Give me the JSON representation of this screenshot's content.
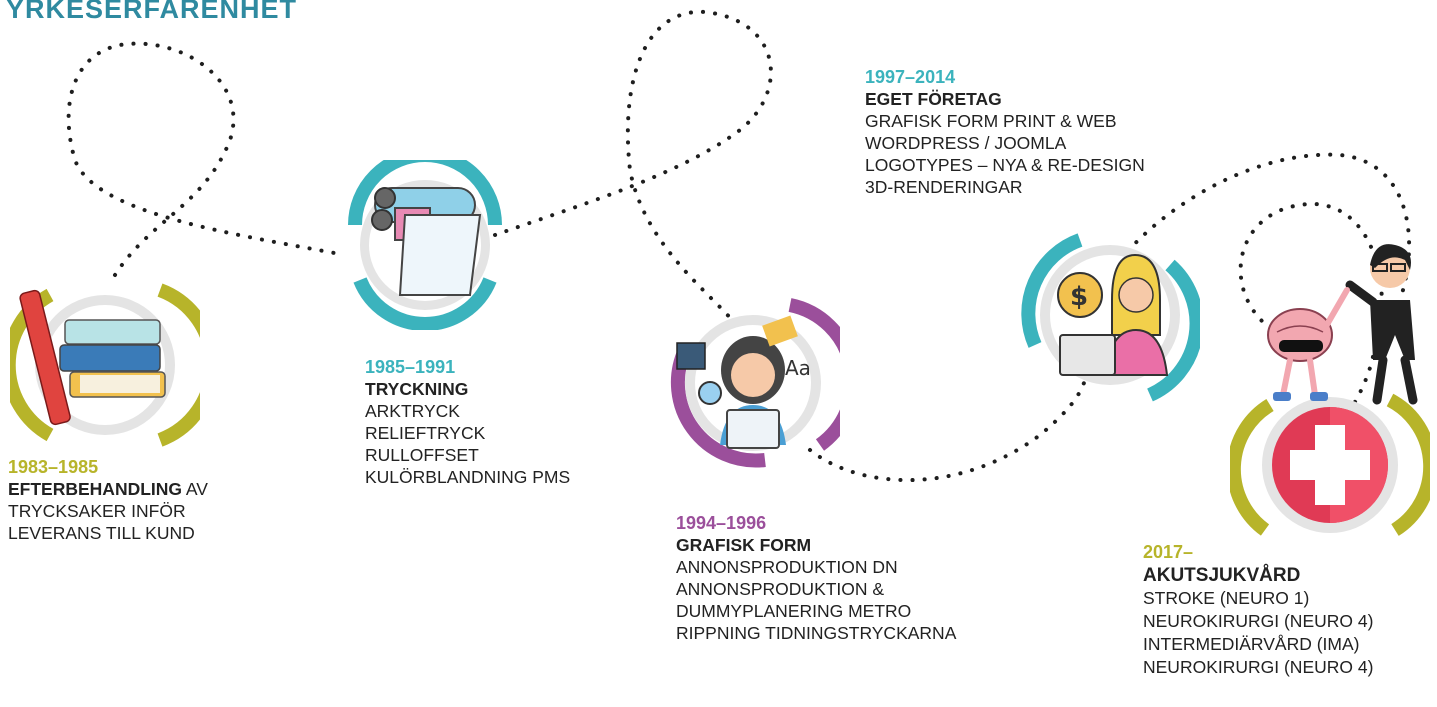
{
  "title": "YRKESERFARENHET",
  "colors": {
    "title": "#2f8aa0",
    "olive": "#b7b42a",
    "teal": "#3bb3bd",
    "purple": "#9b4f9b",
    "dots": "#1e1e1e"
  },
  "timeline": [
    {
      "years": "1983–1985",
      "heading": "EFTERBEHANDLING",
      "heading_suffix": " AV",
      "lines": [
        "TRYCKSAKER INFÖR",
        "LEVERANS TILL KUND"
      ],
      "icon": "books-icon",
      "accent": "olive"
    },
    {
      "years": "1985–1991",
      "heading": "TRYCKNING",
      "lines": [
        "ARKTRYCK",
        "RELIEFTRYCK",
        "RULLOFFSET",
        "KULÖRBLANDNING PMS"
      ],
      "icon": "printing-roller-icon",
      "accent": "teal"
    },
    {
      "years": "1994–1996",
      "heading": "GRAFISK FORM",
      "lines": [
        "ANNONSPRODUKTION DN",
        "ANNONSPRODUKTION &",
        "DUMMYPLANERING METRO",
        "RIPPNING TIDNINGSTRYCKARNA"
      ],
      "icon": "graphic-designer-icon",
      "accent": "purple"
    },
    {
      "years": "1997–2014",
      "heading": "EGET FÖRETAG",
      "lines": [
        "GRAFISK FORM PRINT & WEB",
        "WORDPRESS / JOOMLA",
        "LOGOTYPES – NYA & RE-DESIGN",
        "3D-RENDERINGAR"
      ],
      "icon": "freelancer-icon",
      "accent": "teal"
    },
    {
      "years": "2017–",
      "heading": "AKUTSJUKVÅRD",
      "lines": [
        "STROKE (NEURO 1)",
        "NEUROKIRURGI (NEURO 4)",
        "INTERMEDIÄRVÅRD (IMA)",
        "NEUROKIRURGI (NEURO 4)"
      ],
      "icon": "medical-cross-icon",
      "accent": "olive"
    }
  ]
}
